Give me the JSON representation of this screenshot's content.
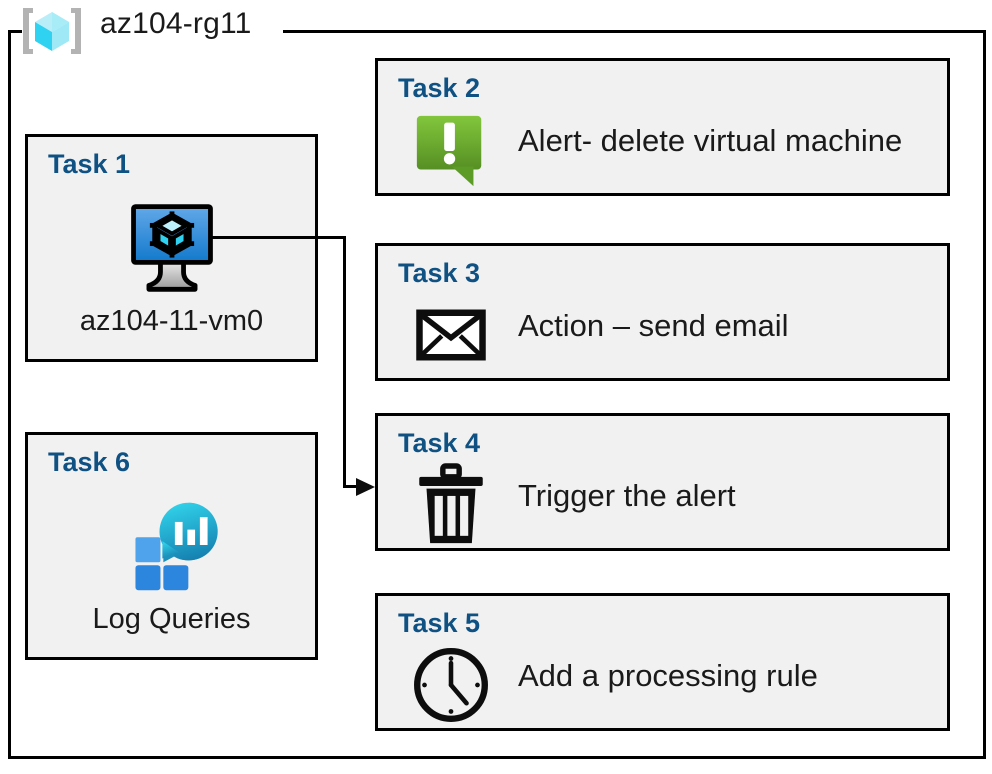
{
  "resource_group": {
    "icon": "azure-resource-group-icon",
    "label": "az104-rg11"
  },
  "tasks": [
    {
      "id": "task1",
      "title": "Task 1",
      "caption": "az104-11-vm0",
      "icon": "virtual-machine-icon",
      "column": "left"
    },
    {
      "id": "task2",
      "title": "Task 2",
      "caption": "Alert- delete virtual machine",
      "icon": "alert-callout-icon",
      "column": "right"
    },
    {
      "id": "task3",
      "title": "Task 3",
      "caption": "Action – send email",
      "icon": "envelope-icon",
      "column": "right"
    },
    {
      "id": "task4",
      "title": "Task 4",
      "caption": "Trigger the alert",
      "icon": "trash-can-icon",
      "column": "right"
    },
    {
      "id": "task5",
      "title": "Task 5",
      "caption": "Add a processing rule",
      "icon": "clock-icon",
      "column": "right"
    },
    {
      "id": "task6",
      "title": "Task 6",
      "caption": "Log Queries",
      "icon": "log-queries-icon",
      "column": "left"
    }
  ],
  "connector": {
    "from": "task1-virtual-machine-icon",
    "to": "task4",
    "arrow": "arrow-right"
  },
  "colors": {
    "task_title": "#0e5182",
    "box_fill": "#f1f1f1",
    "box_border": "#000000",
    "caption_text": "#1a1a1a",
    "alert_green_light": "#7ec242",
    "alert_green_dark": "#5d9b27",
    "vm_blue_light": "#5b9bd5",
    "vm_blue_dark": "#1878c8",
    "rg_cube_cyan": "#9fe8f5",
    "rg_bracket_gray": "#b3b3b3",
    "log_tile_blue": "#2f8de0",
    "log_bubble_cyan": "#29c5e8",
    "log_bubble_teal": "#1b84b5"
  }
}
